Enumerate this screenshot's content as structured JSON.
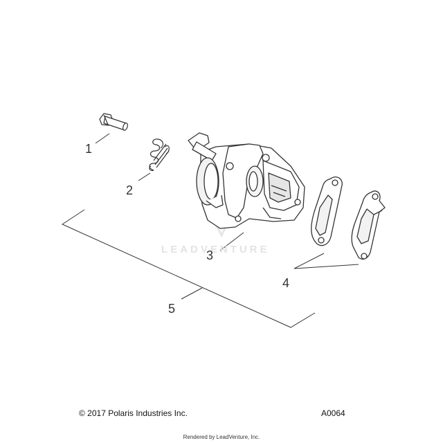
{
  "callouts": [
    "1",
    "2",
    "3",
    "4",
    "5"
  ],
  "footer": {
    "copyright": "© 2017 Polaris Industries Inc.",
    "diagram_code": "A0064",
    "rendered_by": "Rendered by LeadVenture, Inc."
  },
  "watermark": "LEADVENTURE",
  "line_color": "#333333",
  "watermark_color": "#e3e3e3"
}
